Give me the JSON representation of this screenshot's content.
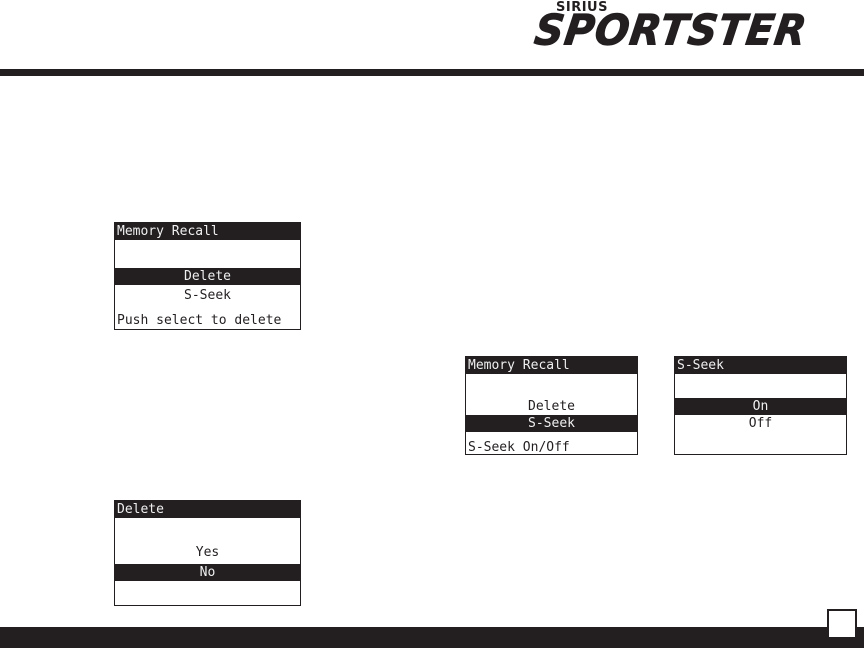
{
  "brand": {
    "small": "SIRIUS",
    "name": "SPORTSTER"
  },
  "screens": {
    "memory_recall_delete": {
      "title": "Memory Recall",
      "items": [
        "Delete",
        "S-Seek"
      ],
      "selected": "Delete",
      "hint": "Push select to delete"
    },
    "delete_confirm": {
      "title": "Delete",
      "items": [
        "Yes",
        "No"
      ],
      "selected": "No"
    },
    "memory_recall_sseek": {
      "title": "Memory Recall",
      "items": [
        "Delete",
        "S-Seek"
      ],
      "selected": "S-Seek",
      "hint": "S-Seek On/Off"
    },
    "sseek_toggle": {
      "title": "S-Seek",
      "items": [
        "On",
        "Off"
      ],
      "selected": "On"
    }
  },
  "colors": {
    "ink": "#231f20",
    "paper": "#ffffff"
  }
}
